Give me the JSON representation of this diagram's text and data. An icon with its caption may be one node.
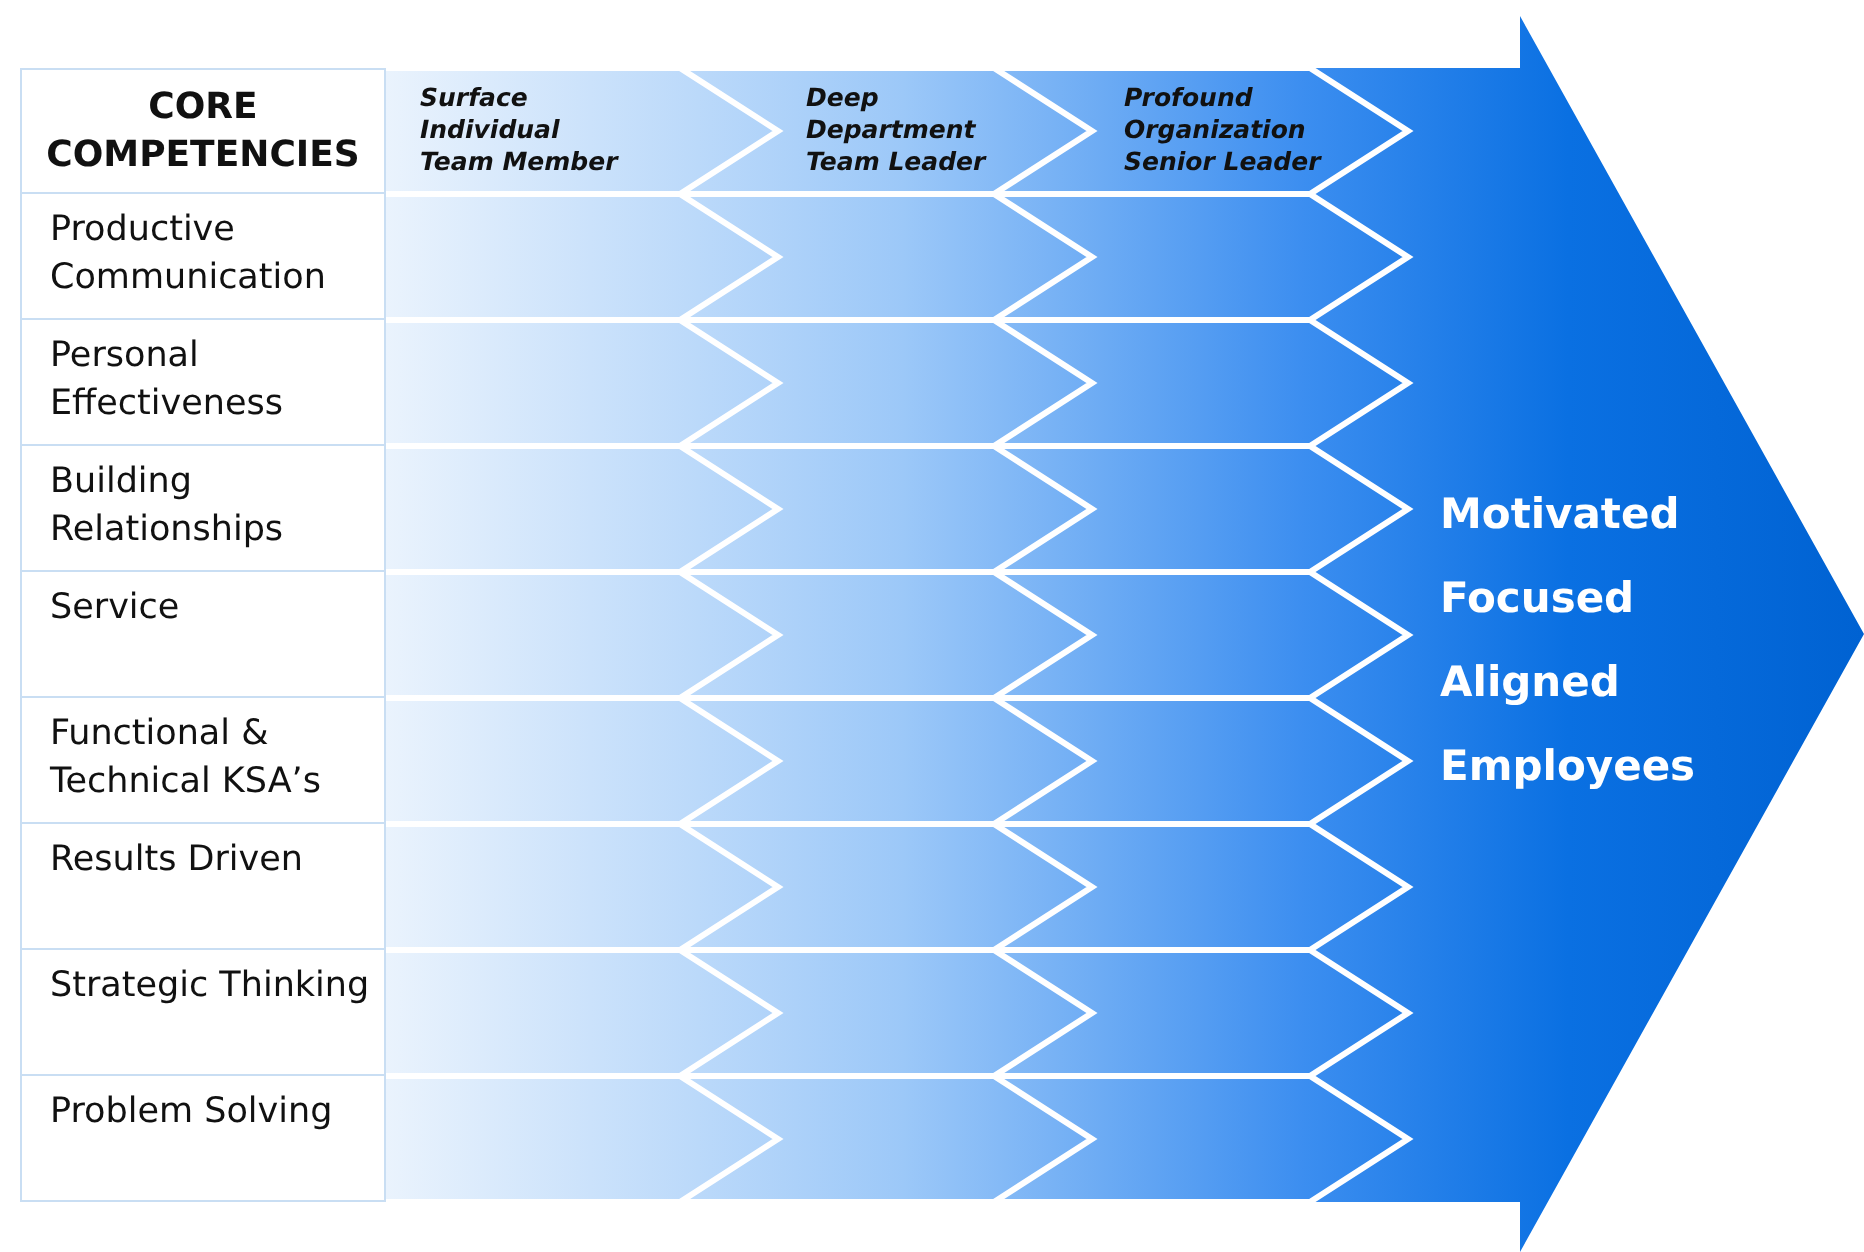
{
  "diagram": {
    "nodes": [
      {
        "text": [
          "Motivated",
          "Focused",
          "Aligned",
          "Employees"
        ]
      }
    ],
    "edges": [],
    "labels": [
      "CORE COMPETENCIES",
      "Surface",
      "Individual",
      "Team Member",
      "Deep",
      "Department",
      "Team Leader",
      "Profound",
      "Organization",
      "Senior Leader",
      "Productive Communication",
      "Personal Effectiveness",
      "Building Relationships",
      "Service",
      "Functional & Technical KSA’s",
      "Results Driven",
      "Strategic Thinking",
      "Problem Solving"
    ]
  }
}
